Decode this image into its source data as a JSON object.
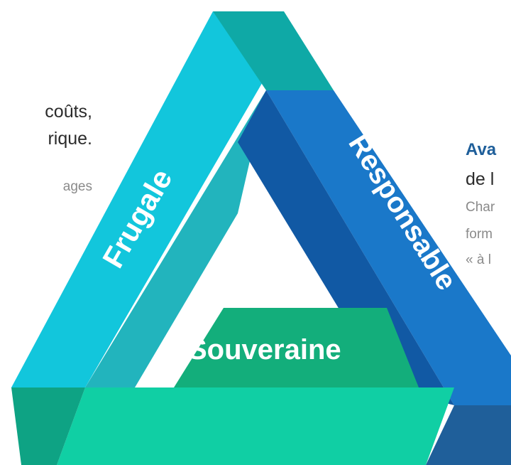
{
  "left_text": {
    "line1": "coûts,",
    "line2": "rique.",
    "line3": "ages"
  },
  "right_text": {
    "line1": "Ava",
    "line2": "de l",
    "line3": "Char",
    "line4": "form",
    "line5": "« à l"
  },
  "diagram": {
    "labels": {
      "left": "Frugale",
      "right": "Responsable",
      "bottom": "Souveraine"
    }
  },
  "colors": {
    "left_face": "#12c6dc",
    "left_top": "#0fa9a6",
    "left_inner": "#22b4bd",
    "right_face": "#1a78c9",
    "right_inner": "#1159a4",
    "right_end": "#1f5f9a",
    "bottom_face": "#10cfa4",
    "bottom_inner": "#13ae7b",
    "bottom_left_end": "#0ea384",
    "label": "#ffffff"
  }
}
